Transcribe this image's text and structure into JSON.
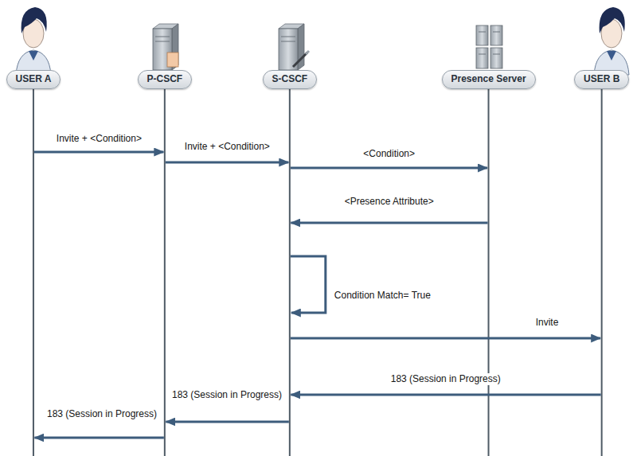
{
  "diagram": {
    "nodes": [
      {
        "text": [
          "USER A"
        ]
      },
      {
        "text": [
          "P-CSCF"
        ]
      },
      {
        "text": [
          "S-CSCF"
        ]
      },
      {
        "text": [
          "Presence Server"
        ]
      },
      {
        "text": [
          "USER B"
        ]
      }
    ],
    "edges": [
      {
        "from": 0,
        "to": 1,
        "label": "Invite + <Condition>",
        "arrow": "to"
      },
      {
        "from": 1,
        "to": 2,
        "label": "Invite + <Condition>",
        "arrow": "to"
      },
      {
        "from": 2,
        "to": 3,
        "label": "<Condition>",
        "arrow": "to"
      },
      {
        "from": 3,
        "to": 2,
        "label": "<Presence Attribute>",
        "arrow": "to"
      },
      {
        "from": 2,
        "to": 2,
        "label": "Condition Match= True",
        "arrow": "to"
      },
      {
        "from": 2,
        "to": 4,
        "label": "Invite",
        "arrow": "to"
      },
      {
        "from": 4,
        "to": 2,
        "label": "183 (Session in Progress)",
        "arrow": "to"
      },
      {
        "from": 2,
        "to": 1,
        "label": "183 (Session in Progress)",
        "arrow": "to"
      },
      {
        "from": 1,
        "to": 0,
        "label": "183 (Session in Progress)",
        "arrow": "to"
      }
    ]
  }
}
